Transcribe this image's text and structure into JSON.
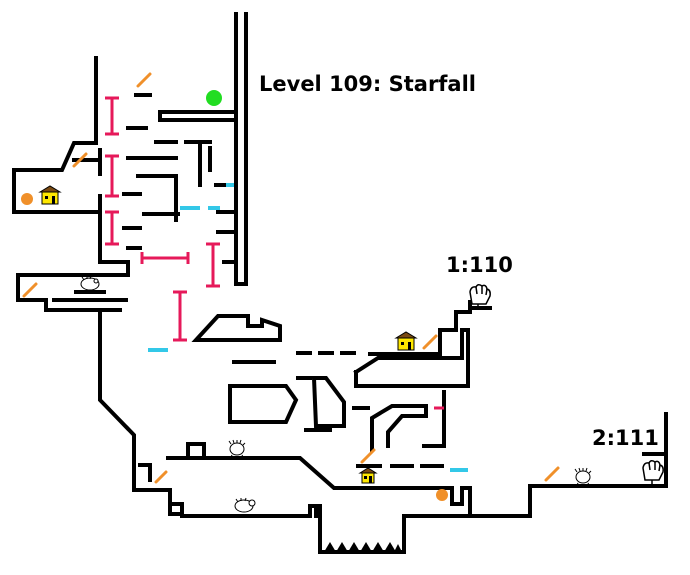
{
  "level": {
    "title": "Level 109: Starfall"
  },
  "exits": [
    {
      "label": "1:110",
      "target": "110",
      "icon": "hand-icon"
    },
    {
      "label": "2:111",
      "target": "111",
      "icon": "hand-icon"
    }
  ],
  "legend_colors": {
    "wall": "#000000",
    "bar_barrier": "#e6195a",
    "cyan_platform": "#33c8e8",
    "spring": "#f0902a",
    "orb": "#f0902a",
    "goal": "#22dd22",
    "house_roof": "#7a4a12",
    "house_wall": "#ffe800"
  },
  "objects": {
    "goal_icon": "green-goal-icon",
    "orb_icon": "orange-orb-icon",
    "house_icon": "house-icon",
    "creature_icon": "hedgehog-icon",
    "spring_icon": "spring-pad-icon",
    "spikes_icon": "spike-row-icon"
  }
}
